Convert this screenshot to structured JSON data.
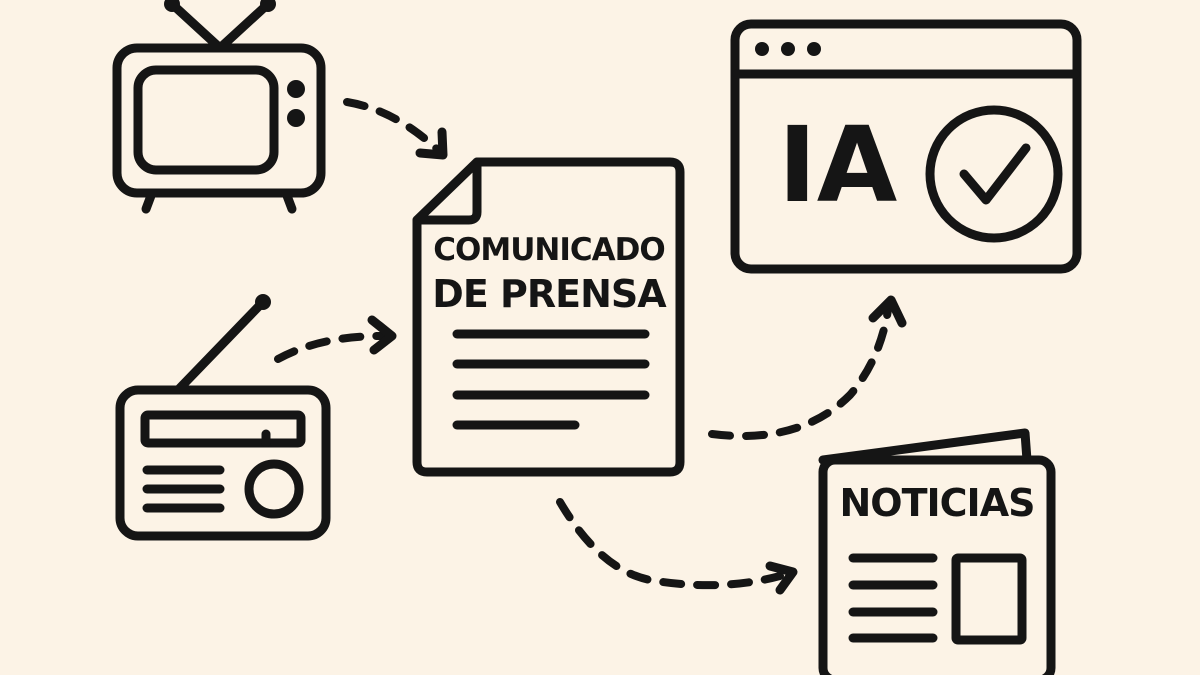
{
  "diagram": {
    "background_color": "#fcf3e6",
    "stroke_color": "#151515",
    "nodes": [
      {
        "id": "tv",
        "icon": "television-icon",
        "label": ""
      },
      {
        "id": "radio",
        "icon": "radio-icon",
        "label": ""
      },
      {
        "id": "press_release",
        "icon": "document-icon",
        "label_line1": "COMUNICADO",
        "label_line2": "DE PRENSA"
      },
      {
        "id": "ai_browser",
        "icon": "browser-window-icon",
        "label": "IA",
        "badge": "check-circle-icon"
      },
      {
        "id": "news",
        "icon": "newspaper-icon",
        "label": "NOTICIAS"
      }
    ],
    "edges": [
      {
        "from": "tv",
        "to": "press_release",
        "style": "dashed-arrow"
      },
      {
        "from": "radio",
        "to": "press_release",
        "style": "dashed-arrow"
      },
      {
        "from": "press_release",
        "to": "ai_browser",
        "style": "dashed-arrow"
      },
      {
        "from": "press_release",
        "to": "news",
        "style": "dashed-arrow"
      }
    ]
  }
}
